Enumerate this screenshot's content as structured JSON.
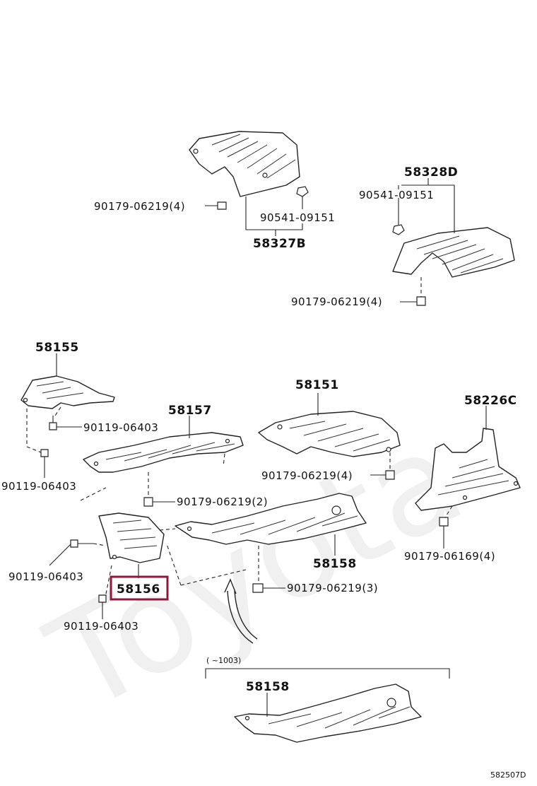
{
  "watermark": "Toyota",
  "figure_code": "582507D",
  "variant_note": "(      ~1003)",
  "highlighted_part": "58156",
  "labels": {
    "p58327B": "58327B",
    "p58328D": "58328D",
    "p58155": "58155",
    "p58157": "58157",
    "p58151": "58151",
    "p58226C": "58226C",
    "p58158_main": "58158",
    "p58158_alt": "58158",
    "p58156": "58156",
    "f_90179_06219_4_a": "90179-06219(4)",
    "f_90541_09151_a": "90541-09151",
    "f_90541_09151_b": "90541-09151",
    "f_90179_06219_4_b": "90179-06219(4)",
    "f_90119_06403_a": "90119-06403",
    "f_90119_06403_b": "90119-06403",
    "f_90179_06219_2": "90179-06219(2)",
    "f_90179_06219_4_c": "90179-06219(4)",
    "f_90179_06169_4": "90179-06169(4)",
    "f_90119_06403_c": "90119-06403",
    "f_90179_06219_3": "90179-06219(3)",
    "f_90119_06403_d": "90119-06403"
  },
  "colors": {
    "highlight": "#8b1a3a",
    "ink": "#222222"
  }
}
